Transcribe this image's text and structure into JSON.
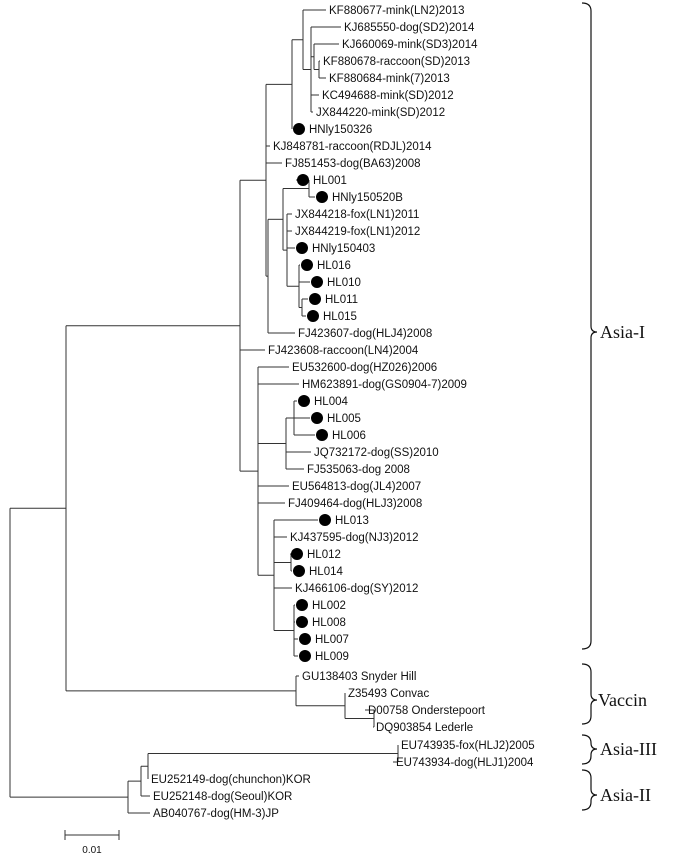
{
  "tree": {
    "leaves": [
      {
        "label": "KF880677-mink(LN2)2013",
        "marked": false
      },
      {
        "label": "KJ685550-dog(SD2)2014",
        "marked": false
      },
      {
        "label": "KJ660069-mink(SD3)2014",
        "marked": false
      },
      {
        "label": "KF880678-raccoon(SD)2013",
        "marked": false
      },
      {
        "label": "KF880684-mink(7)2013",
        "marked": false
      },
      {
        "label": "KC494688-mink(SD)2012",
        "marked": false
      },
      {
        "label": "JX844220-mink(SD)2012",
        "marked": false
      },
      {
        "label": "HNly150326",
        "marked": true
      },
      {
        "label": "KJ848781-raccoon(RDJL)2014",
        "marked": false
      },
      {
        "label": "FJ851453-dog(BA63)2008",
        "marked": false
      },
      {
        "label": "HL001",
        "marked": true
      },
      {
        "label": "HNly150520B",
        "marked": true
      },
      {
        "label": "JX844218-fox(LN1)2011",
        "marked": false
      },
      {
        "label": "JX844219-fox(LN1)2012",
        "marked": false
      },
      {
        "label": "HNly150403",
        "marked": true
      },
      {
        "label": "HL016",
        "marked": true
      },
      {
        "label": "HL010",
        "marked": true
      },
      {
        "label": "HL011",
        "marked": true
      },
      {
        "label": "HL015",
        "marked": true
      },
      {
        "label": "FJ423607-dog(HLJ4)2008",
        "marked": false
      },
      {
        "label": "FJ423608-raccoon(LN4)2004",
        "marked": false
      },
      {
        "label": "EU532600-dog(HZ026)2006",
        "marked": false
      },
      {
        "label": "HM623891-dog(GS0904-7)2009",
        "marked": false
      },
      {
        "label": "HL004",
        "marked": true
      },
      {
        "label": "HL005",
        "marked": true
      },
      {
        "label": "HL006",
        "marked": true
      },
      {
        "label": "JQ732172-dog(SS)2010",
        "marked": false
      },
      {
        "label": "FJ535063-dog 2008",
        "marked": false
      },
      {
        "label": "EU564813-dog(JL4)2007",
        "marked": false
      },
      {
        "label": "FJ409464-dog(HLJ3)2008",
        "marked": false
      },
      {
        "label": "HL013",
        "marked": true
      },
      {
        "label": "KJ437595-dog(NJ3)2012",
        "marked": false
      },
      {
        "label": "HL012",
        "marked": true
      },
      {
        "label": "HL014",
        "marked": true
      },
      {
        "label": "KJ466106-dog(SY)2012",
        "marked": false
      },
      {
        "label": "HL002",
        "marked": true
      },
      {
        "label": "HL008",
        "marked": true
      },
      {
        "label": "HL007",
        "marked": true
      },
      {
        "label": "HL009",
        "marked": true
      },
      {
        "label": "GU138403 Snyder Hill",
        "marked": false
      },
      {
        "label": "Z35493 Convac",
        "marked": false
      },
      {
        "label": "D00758 Onderstepoort",
        "marked": false
      },
      {
        "label": "DQ903854 Lederle",
        "marked": false
      },
      {
        "label": "EU743935-fox(HLJ2)2005",
        "marked": false
      },
      {
        "label": "EU743934-dog(HLJ1)2004",
        "marked": false
      },
      {
        "label": "EU252149-dog(chunchon)KOR",
        "marked": false
      },
      {
        "label": "EU252148-dog(Seoul)KOR",
        "marked": false
      },
      {
        "label": "AB040767-dog(HM-3)JP",
        "marked": false
      }
    ],
    "groups": [
      {
        "label": "Asia-I"
      },
      {
        "label": "Vaccin"
      },
      {
        "label": "Asia-III"
      },
      {
        "label": "Asia-II"
      }
    ],
    "scale_bar_label": "0.01"
  }
}
